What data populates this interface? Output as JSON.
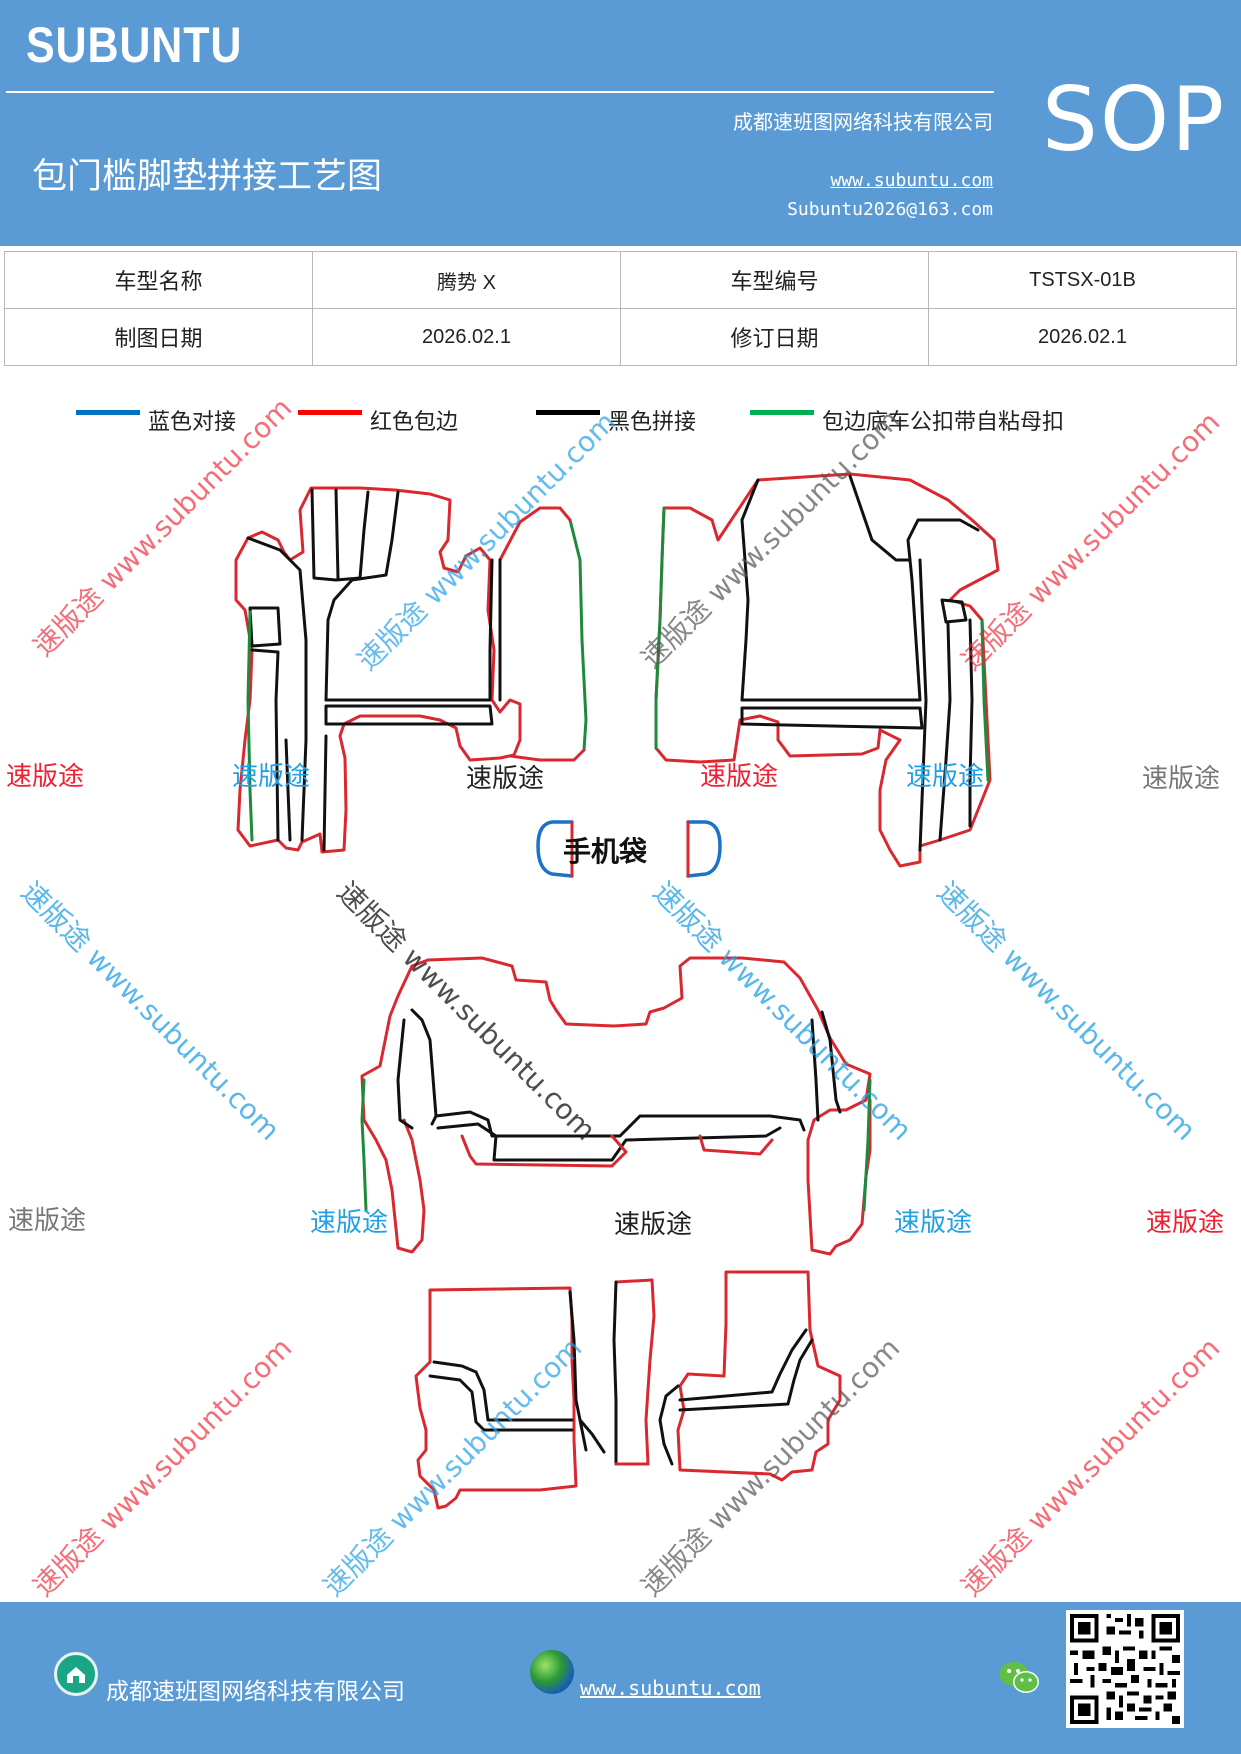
{
  "header": {
    "brand": "SUBUNTU",
    "title": "包门槛脚垫拼接工艺图",
    "company": "成都速班图网络科技有限公司",
    "website": "www.subuntu.com",
    "email": "Subuntu2026@163.com",
    "badge": "SOP"
  },
  "info": {
    "model_name_label": "车型名称",
    "model_name": "腾势 X",
    "model_code_label": "车型编号",
    "model_code": "TSTSX-01B",
    "draw_date_label": "制图日期",
    "draw_date": "2026.02.1",
    "revise_date_label": "修订日期",
    "revise_date": "2026.02.1"
  },
  "legend": [
    {
      "label": "蓝色对接",
      "color": "#0070c0"
    },
    {
      "label": "红色包边",
      "color": "#ff0000"
    },
    {
      "label": "黑色拼接",
      "color": "#000000"
    },
    {
      "label": "包边底车公扣带自粘母扣",
      "color": "#00b050"
    }
  ],
  "diagram": {
    "phone_pocket": "手机袋",
    "stroke_colors": {
      "red": "#d9282f",
      "black": "#111111",
      "green": "#1f8a3c",
      "blue": "#1a73c9"
    }
  },
  "watermarks": {
    "brand_cn": "速版途",
    "brand_full": "速版途 www.subuntu.com",
    "brand_url": "www.subuntu.com",
    "colors": {
      "red": "#ee2233",
      "blue": "#22a0e6",
      "gray": "#777777",
      "black": "#222222"
    }
  },
  "footer": {
    "company": "成都速班图网络科技有限公司",
    "website": "www.subuntu.com"
  }
}
